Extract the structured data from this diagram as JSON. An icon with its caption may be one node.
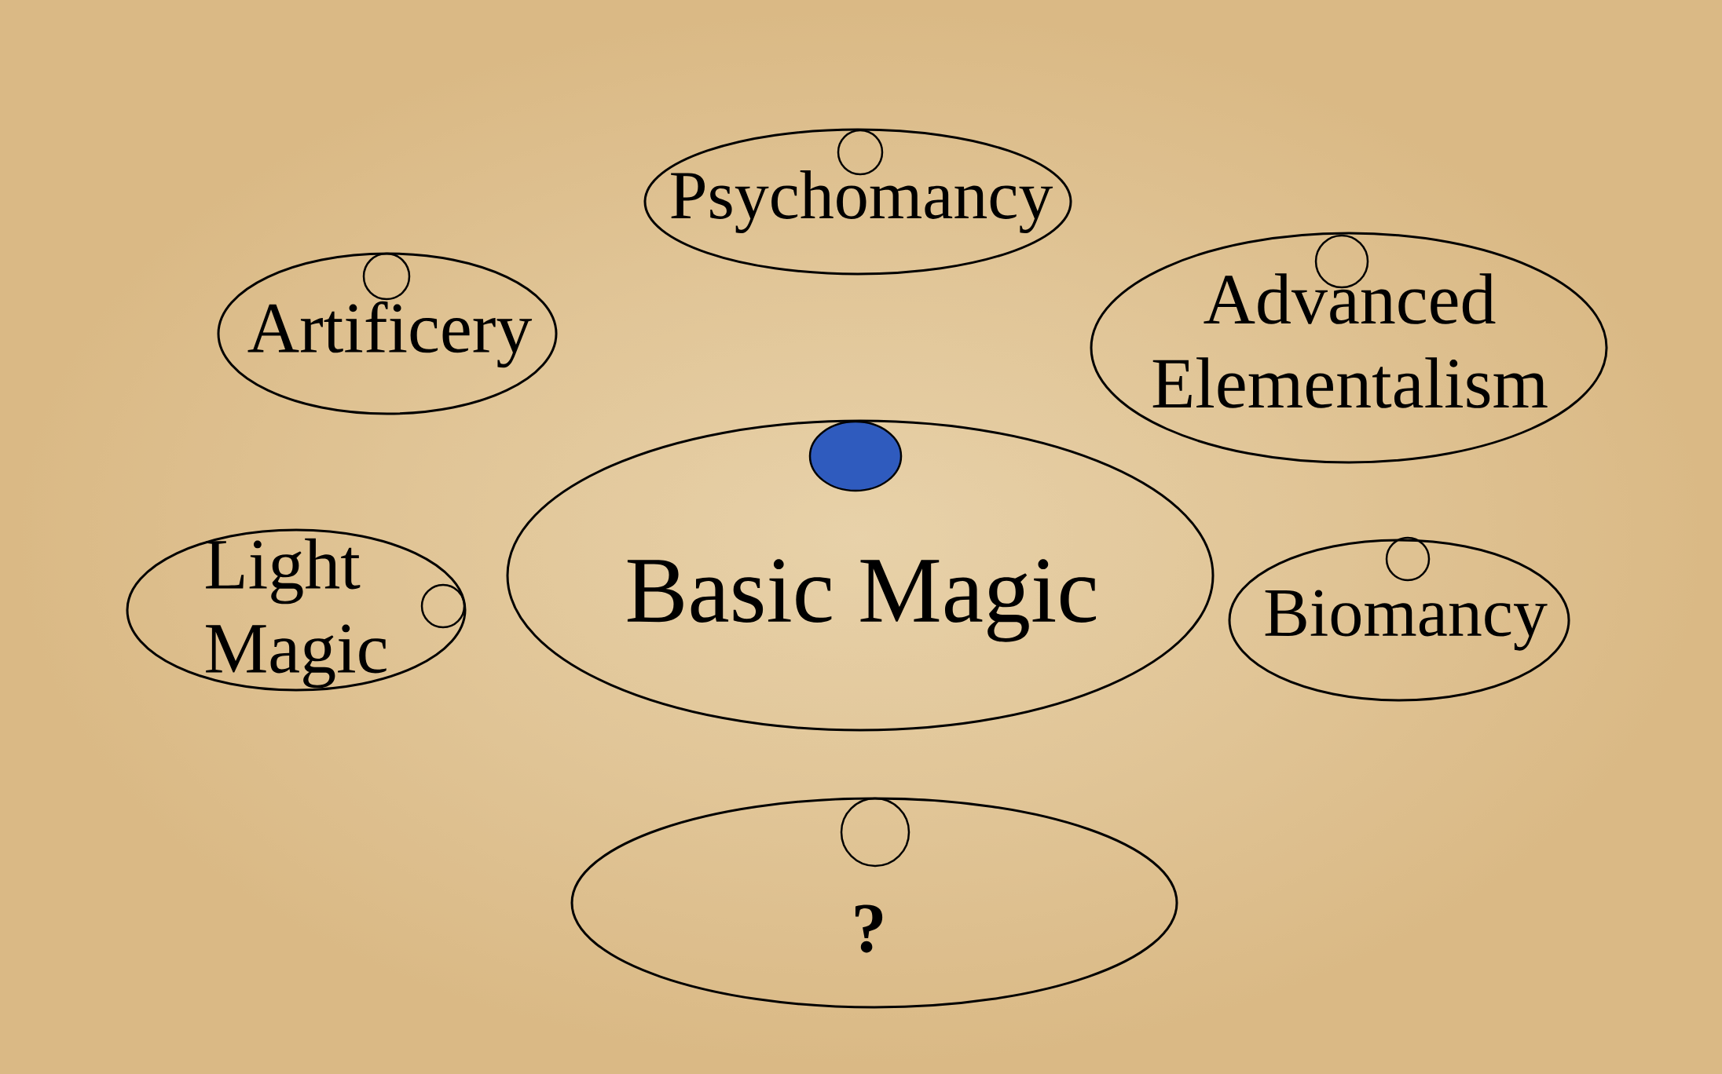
{
  "diagram": {
    "nodes": [
      {
        "text": [
          "Psychomancy"
        ]
      },
      {
        "text": [],
        "shape": "circle",
        "in": 0
      },
      {
        "text": [
          "Artificery"
        ]
      },
      {
        "text": [],
        "shape": "circle",
        "in": 2
      },
      {
        "text": [
          "Advanced Elementalism"
        ]
      },
      {
        "text": [],
        "shape": "circle",
        "in": 4
      },
      {
        "text": [
          "Basic Magic"
        ]
      },
      {
        "text": [],
        "shape": "ellipse",
        "in": 6
      },
      {
        "text": [
          "Light Magic"
        ]
      },
      {
        "text": [],
        "shape": "circle",
        "in": 8
      },
      {
        "text": [
          "Biomancy"
        ]
      },
      {
        "text": [],
        "shape": "circle",
        "in": 10
      },
      {
        "text": [
          "?"
        ]
      },
      {
        "text": [],
        "shape": "circle",
        "in": 12
      }
    ]
  }
}
